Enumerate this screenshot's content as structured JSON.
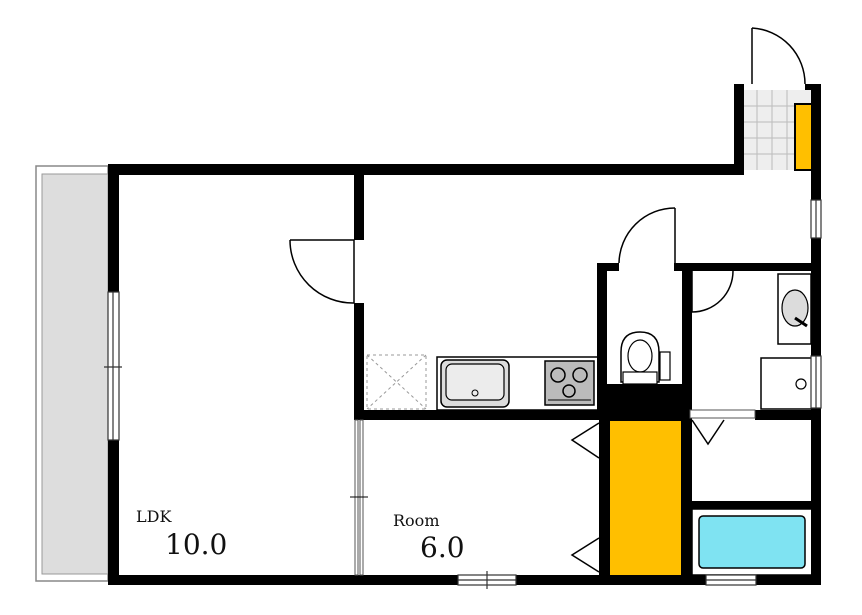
{
  "rooms": [
    {
      "name": "LDK",
      "size": "10.0"
    },
    {
      "name": "Room",
      "size": "6.0"
    }
  ],
  "colors": {
    "wall": "#000000",
    "balcony": "#dddddd",
    "closet": "#ffbf00",
    "bathtub": "#7fe3f2",
    "tile": "#eeeeee",
    "fixture_fill": "#dcdcdc"
  },
  "icons": [
    "door-swing-icon",
    "sink-icon",
    "stove-icon",
    "toilet-icon",
    "washbasin-icon",
    "washing-machine-icon",
    "bathtub-icon"
  ]
}
